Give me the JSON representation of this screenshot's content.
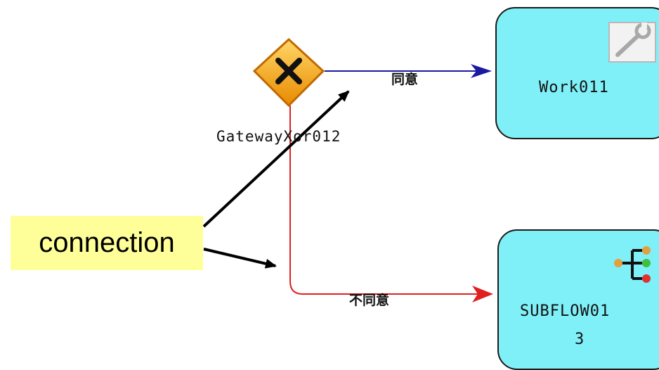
{
  "gateway": {
    "name": "GatewayXor012",
    "icon": "xor-gateway-icon",
    "color": "#f5a623"
  },
  "nodes": {
    "task": {
      "label": "Work011",
      "icon": "wrench-icon"
    },
    "subflow": {
      "label_line1": "SUBFLOW01",
      "label_line2": "3",
      "icon": "subflow-tree-icon"
    }
  },
  "flows": {
    "approve": {
      "label": "同意",
      "color": "#1a1aa0"
    },
    "reject": {
      "label": "不同意",
      "color": "#e02020"
    }
  },
  "callout": {
    "text": "connection",
    "color": "#ffff99"
  },
  "colors": {
    "node_fill": "#80f0f8"
  }
}
